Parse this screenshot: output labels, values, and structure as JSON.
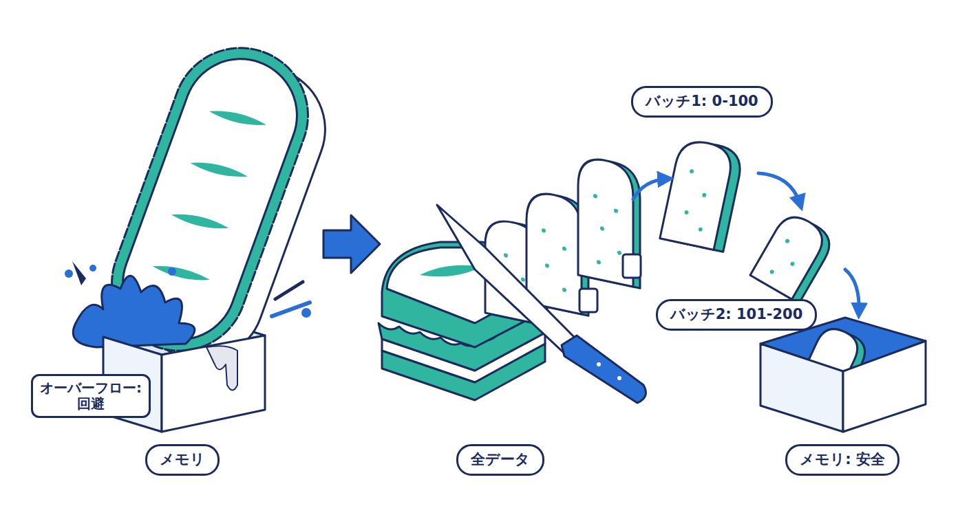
{
  "diagram": {
    "nodes": [
      {
        "text": [
          "バッチ1: 0-100"
        ]
      },
      {
        "text": [
          "バッチ2: 101-200"
        ]
      },
      {
        "text": [
          "オーバーフロー: 回避"
        ]
      },
      {
        "text": [
          "メモリ"
        ]
      },
      {
        "text": [
          "全データ"
        ]
      },
      {
        "text": [
          "メモリ: 安全"
        ]
      }
    ]
  }
}
